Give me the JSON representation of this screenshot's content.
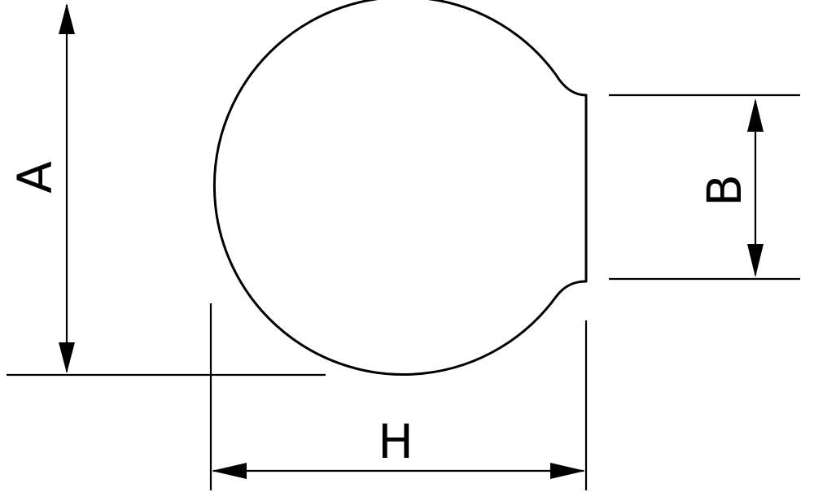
{
  "diagram": {
    "dimensions": [
      {
        "id": "A",
        "label": "A",
        "orientation": "vertical"
      },
      {
        "id": "B",
        "label": "B",
        "orientation": "vertical"
      },
      {
        "id": "H",
        "label": "H",
        "orientation": "horizontal"
      }
    ],
    "colors": {
      "stroke": "#000000",
      "background": "#ffffff"
    }
  }
}
